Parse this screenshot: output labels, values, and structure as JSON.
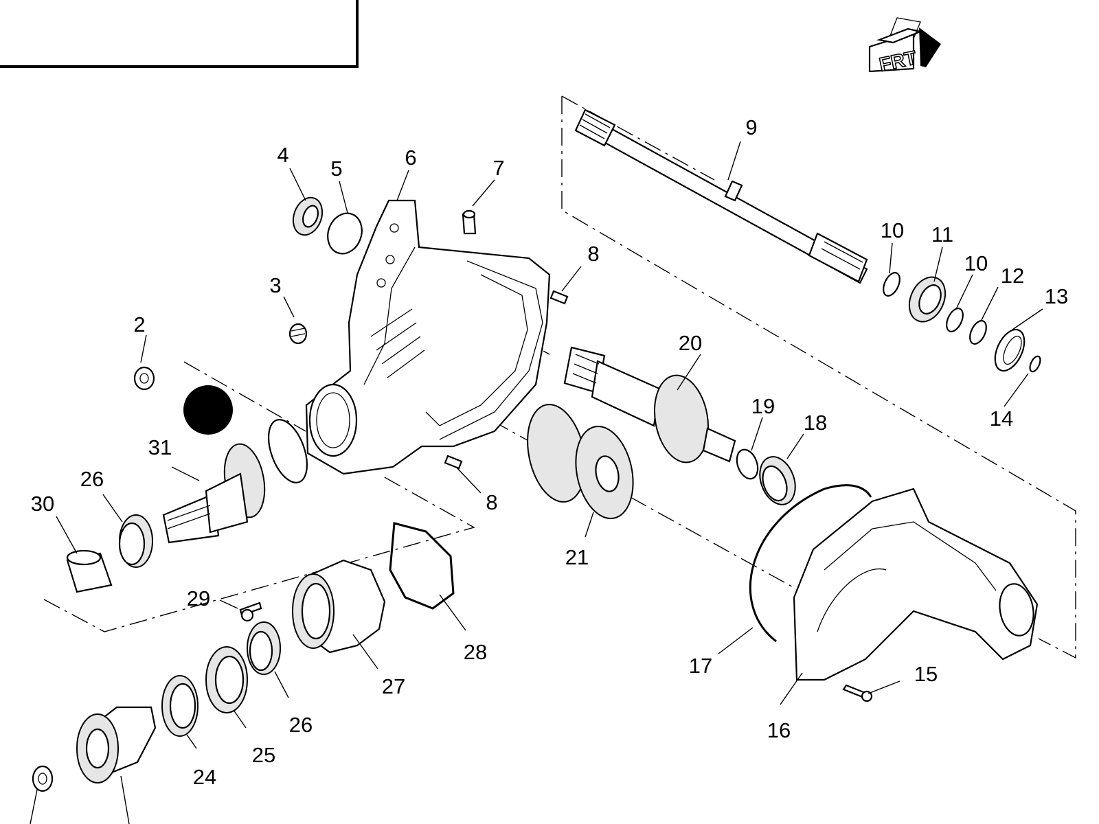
{
  "orientation_marker": {
    "text": "FRT",
    "icon": "front-direction-arrow-icon"
  },
  "title_box": {
    "text": ""
  },
  "callouts": {
    "c2": "2",
    "c3": "3",
    "c4": "4",
    "c5": "5",
    "c6": "6",
    "c7": "7",
    "c8a": "8",
    "c8b": "8",
    "c9": "9",
    "c10a": "10",
    "c10b": "10",
    "c11": "11",
    "c12": "12",
    "c13": "13",
    "c14": "14",
    "c15": "15",
    "c16": "16",
    "c17": "17",
    "c18": "18",
    "c19": "19",
    "c20": "20",
    "c21": "21",
    "c24": "24",
    "c25": "25",
    "c26a": "26",
    "c26b": "26",
    "c27": "27",
    "c28": "28",
    "c29": "29",
    "c30": "30",
    "c31": "31"
  }
}
